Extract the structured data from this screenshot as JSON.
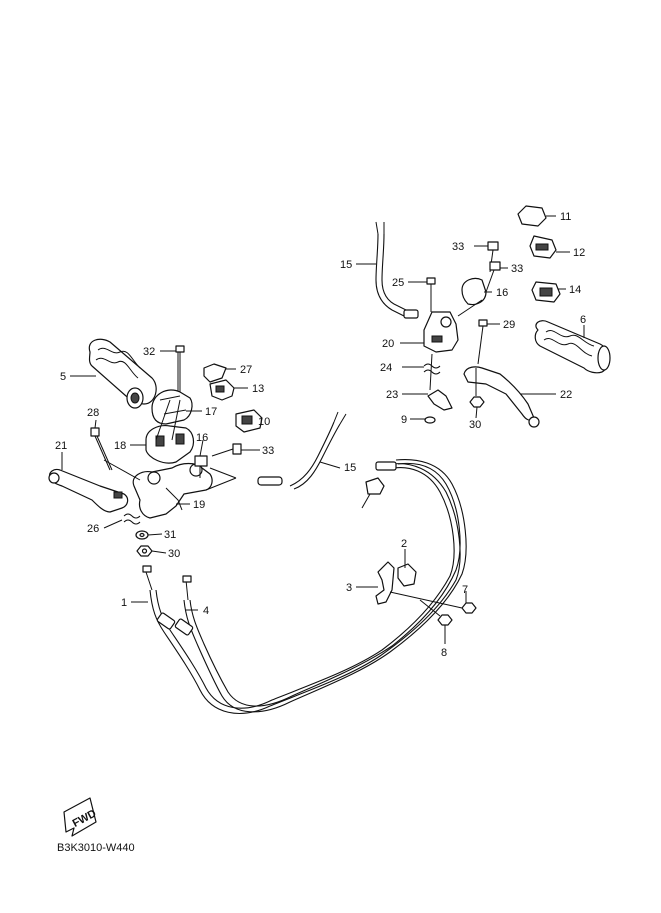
{
  "diagram_code": "B3K3010-W440",
  "fwd_label": "FWD",
  "callouts": {
    "c1": "1",
    "c2": "2",
    "c3": "3",
    "c4": "4",
    "c5": "5",
    "c6": "6",
    "c7": "7",
    "c8": "8",
    "c9": "9",
    "c10": "10",
    "c11": "11",
    "c12": "12",
    "c13": "13",
    "c14": "14",
    "c15a": "15",
    "c15b": "15",
    "c16a": "16",
    "c16b": "16",
    "c17": "17",
    "c18": "18",
    "c19": "19",
    "c20": "20",
    "c21": "21",
    "c22": "22",
    "c23": "23",
    "c24": "24",
    "c25": "25",
    "c26": "26",
    "c27": "27",
    "c28": "28",
    "c29": "29",
    "c30a": "30",
    "c30b": "30",
    "c31": "31",
    "c32": "32",
    "c33a": "33",
    "c33b": "33",
    "c33c": "33"
  }
}
